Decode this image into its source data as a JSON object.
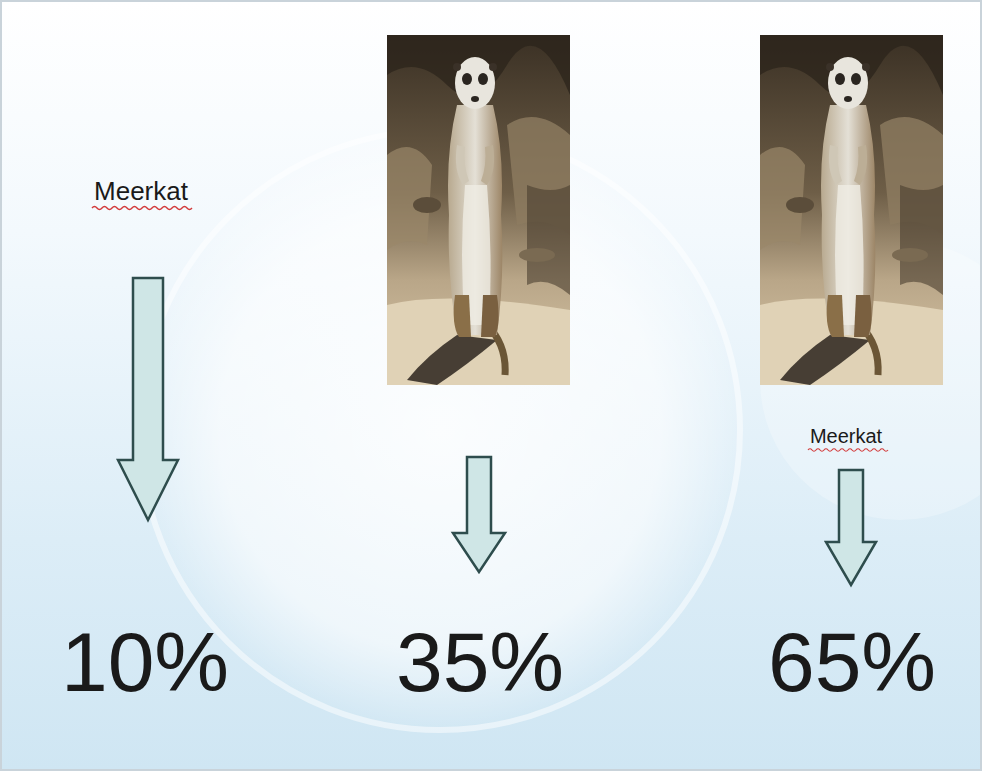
{
  "diagram": {
    "labels": [
      "Meerkat",
      "10%",
      "35%",
      "Meerkat",
      "65%"
    ]
  }
}
